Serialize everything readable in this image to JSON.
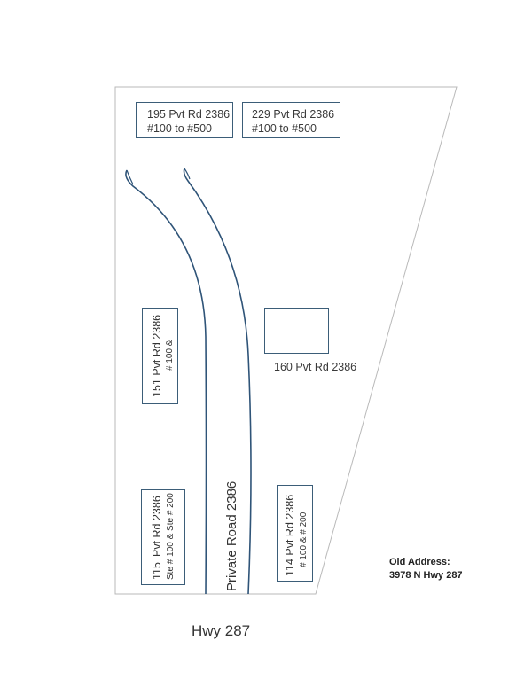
{
  "map": {
    "road_name": "Private Road 2386",
    "bottom_road": "Hwy 287",
    "old_address_title": "Old Address:",
    "old_address_value": "3978 N Hwy 287"
  },
  "buildings": {
    "b195": {
      "line1": "195 Pvt Rd 2386",
      "line2": "#100 to #500"
    },
    "b229": {
      "line1": "229 Pvt Rd 2386",
      "line2": "#100 to #500"
    },
    "b151": {
      "line1": "151 Pvt Rd 2386",
      "line2": "# 100 &"
    },
    "b160": {
      "label": "160 Pvt Rd 2386"
    },
    "b115": {
      "number": "115",
      "line1": "Pvt Rd 2386",
      "line2": "Ste # 100 &  Ste # 200"
    },
    "b114": {
      "line1": "114 Pvt Rd 2386",
      "line2": "# 100 &  # 200"
    }
  },
  "colors": {
    "road_line": "#2f5478",
    "boundary": "#b9b9b9",
    "building_border": "#3b5d78"
  }
}
